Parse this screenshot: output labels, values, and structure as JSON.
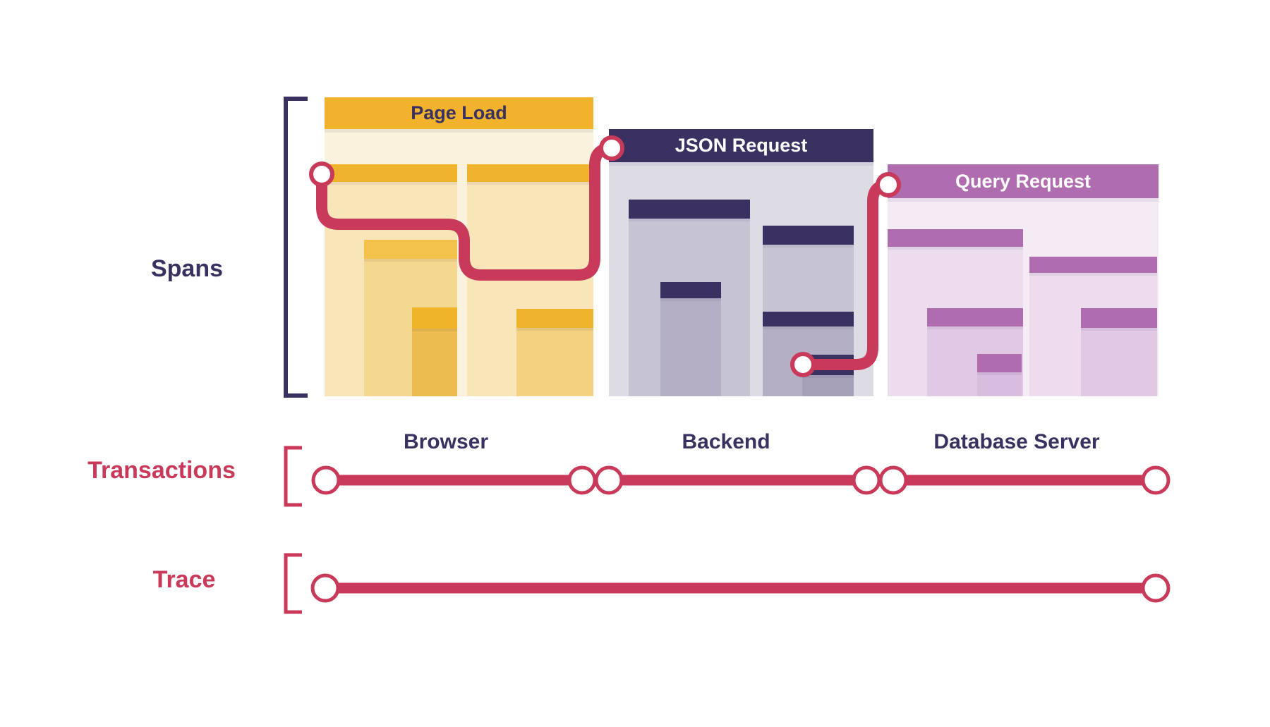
{
  "colors": {
    "background": "#FFFFFF",
    "navy": "#3A3160",
    "red": "#C8395A",
    "yellow": "#F0B32B",
    "purple": "#AF6DB0",
    "endpoint_fill": "#FFFFFF"
  },
  "row_labels": {
    "spans": "Spans",
    "transactions": "Transactions",
    "trace": "Trace"
  },
  "services": [
    {
      "title": "Page Load",
      "caption": "Browser",
      "header_color": "#F0B32B",
      "header_text_color": "#3A3160",
      "body_color": "#FAF2DC"
    },
    {
      "title": "JSON Request",
      "caption": "Backend",
      "header_color": "#3A3160",
      "header_text_color": "#FFFFFF",
      "body_color": "#DDDCE4"
    },
    {
      "title": "Query Request",
      "caption": "Database Server",
      "header_color": "#AF6DB0",
      "header_text_color": "#FFFFFF",
      "body_color": "#F4EBF5"
    }
  ]
}
